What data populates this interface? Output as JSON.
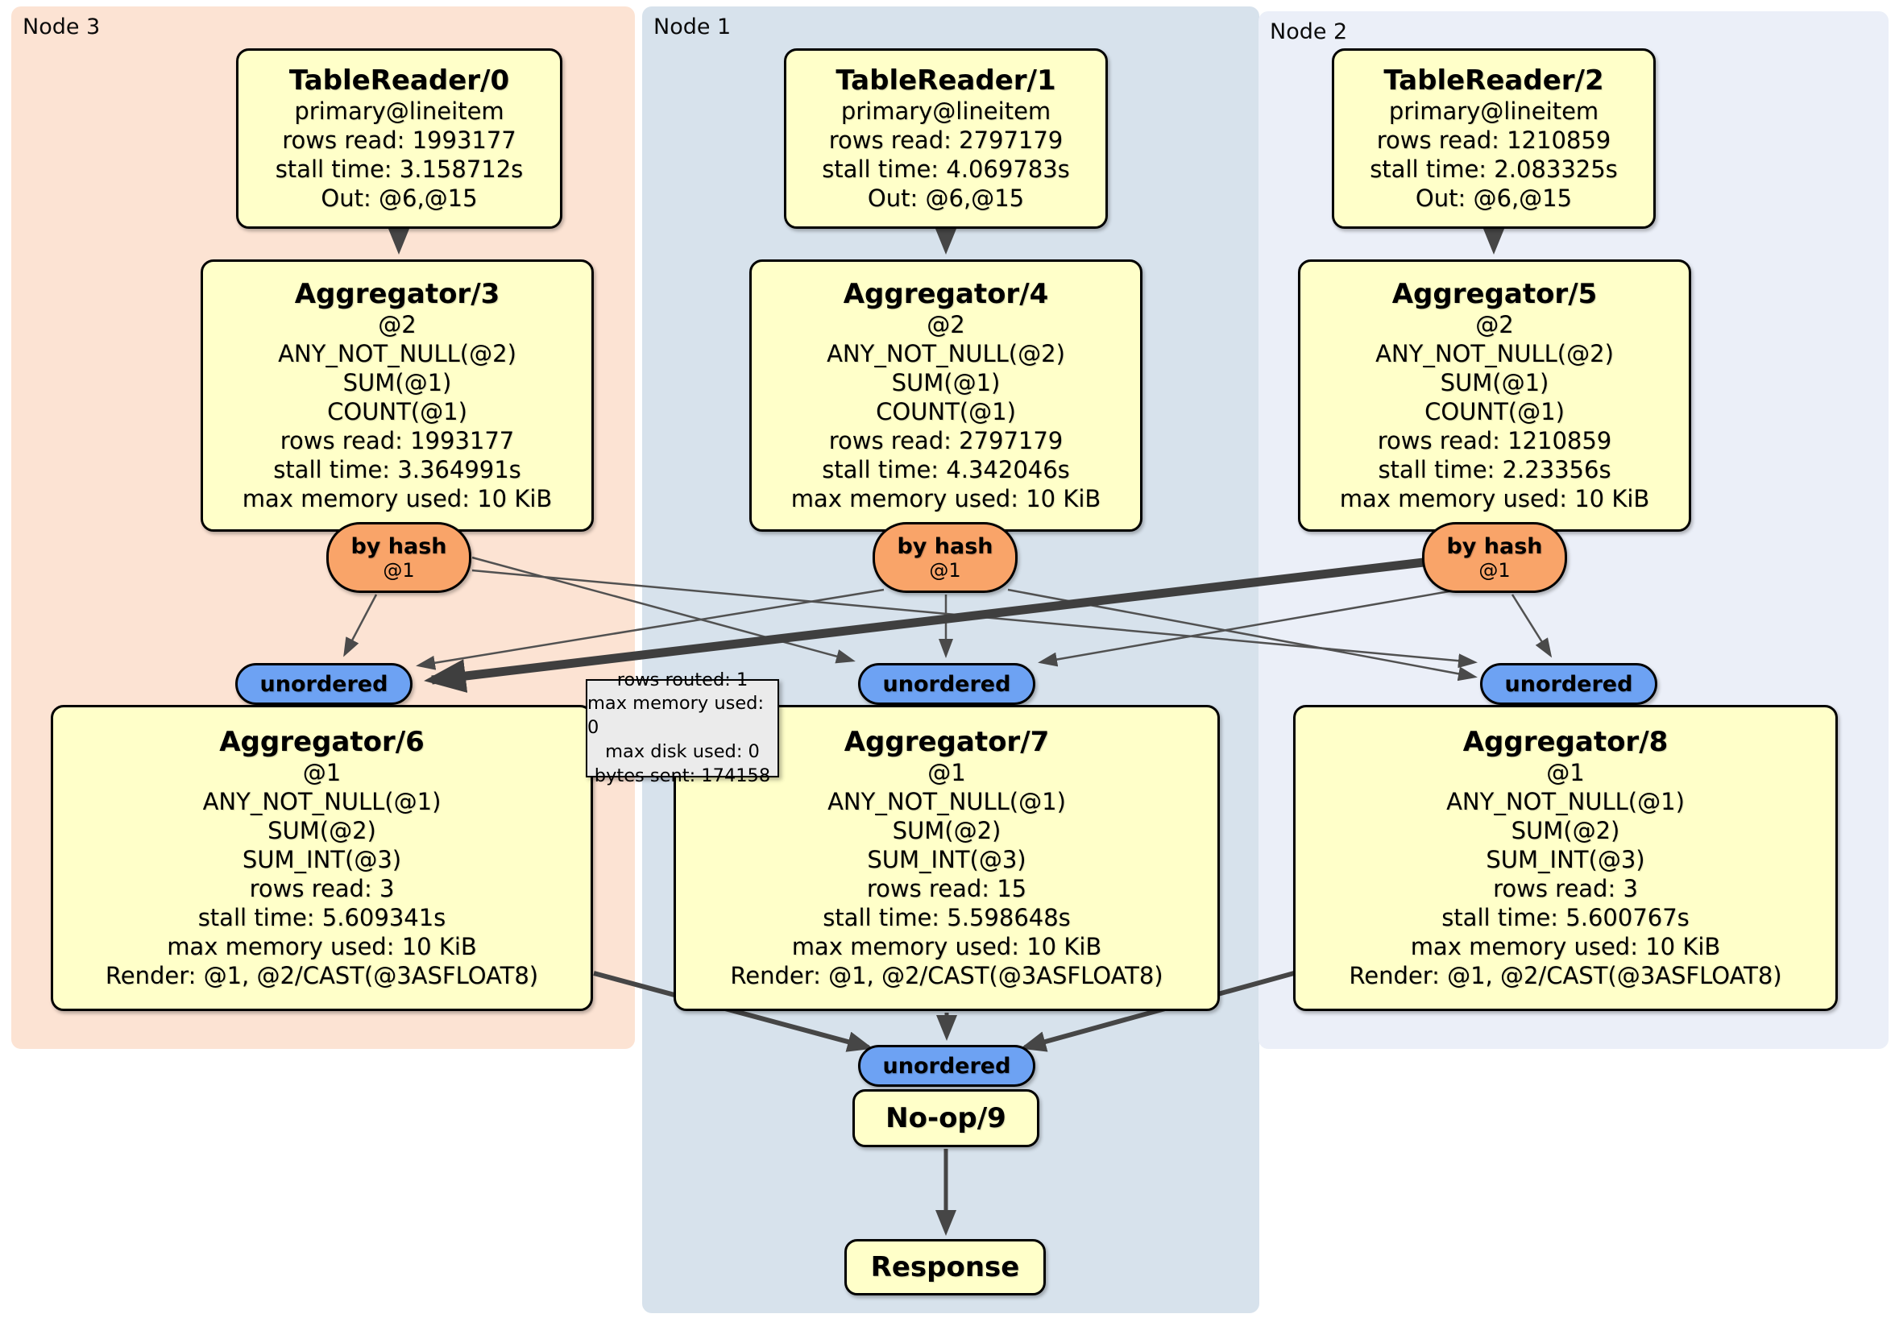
{
  "panels": {
    "node3": {
      "label": "Node 3"
    },
    "node1": {
      "label": "Node 1"
    },
    "node2": {
      "label": "Node 2"
    }
  },
  "nodes": {
    "tr0": {
      "title": "TableReader/0",
      "lines": [
        "primary@lineitem",
        "rows read: 1993177",
        "stall time: 3.158712s",
        "Out: @6,@15"
      ]
    },
    "tr1": {
      "title": "TableReader/1",
      "lines": [
        "primary@lineitem",
        "rows read: 2797179",
        "stall time: 4.069783s",
        "Out: @6,@15"
      ]
    },
    "tr2": {
      "title": "TableReader/2",
      "lines": [
        "primary@lineitem",
        "rows read: 1210859",
        "stall time: 2.083325s",
        "Out: @6,@15"
      ]
    },
    "agg3": {
      "title": "Aggregator/3",
      "lines": [
        "@2",
        "ANY_NOT_NULL(@2)",
        "SUM(@1)",
        "COUNT(@1)",
        "rows read: 1993177",
        "stall time: 3.364991s",
        "max memory used: 10 KiB"
      ]
    },
    "agg4": {
      "title": "Aggregator/4",
      "lines": [
        "@2",
        "ANY_NOT_NULL(@2)",
        "SUM(@1)",
        "COUNT(@1)",
        "rows read: 2797179",
        "stall time: 4.342046s",
        "max memory used: 10 KiB"
      ]
    },
    "agg5": {
      "title": "Aggregator/5",
      "lines": [
        "@2",
        "ANY_NOT_NULL(@2)",
        "SUM(@1)",
        "COUNT(@1)",
        "rows read: 1210859",
        "stall time: 2.23356s",
        "max memory used: 10 KiB"
      ]
    },
    "agg6": {
      "title": "Aggregator/6",
      "lines": [
        "@1",
        "ANY_NOT_NULL(@1)",
        "SUM(@2)",
        "SUM_INT(@3)",
        "rows read: 3",
        "stall time: 5.609341s",
        "max memory used: 10 KiB",
        "Render: @1, @2/CAST(@3ASFLOAT8)"
      ]
    },
    "agg7": {
      "title": "Aggregator/7",
      "lines": [
        "@1",
        "ANY_NOT_NULL(@1)",
        "SUM(@2)",
        "SUM_INT(@3)",
        "rows read: 15",
        "stall time: 5.598648s",
        "max memory used: 10 KiB",
        "Render: @1, @2/CAST(@3ASFLOAT8)"
      ]
    },
    "agg8": {
      "title": "Aggregator/8",
      "lines": [
        "@1",
        "ANY_NOT_NULL(@1)",
        "SUM(@2)",
        "SUM_INT(@3)",
        "rows read: 3",
        "stall time: 5.600767s",
        "max memory used: 10 KiB",
        "Render: @1, @2/CAST(@3ASFLOAT8)"
      ]
    },
    "noop": {
      "title": "No-op/9"
    },
    "response": {
      "title": "Response"
    }
  },
  "routers": {
    "by_hash": {
      "label": "by hash",
      "sub": "@1"
    },
    "unordered": {
      "label": "unordered"
    }
  },
  "tooltip": {
    "lines": [
      "rows routed: 1",
      "max memory used: 0",
      "max disk used: 0",
      "bytes sent: 174158"
    ]
  },
  "colors": {
    "panel_node3": "#fce3d3",
    "panel_node1": "#d7e2ec",
    "panel_node2": "#ebeff8",
    "box_fill": "#ffffc9",
    "router_hash_fill": "#f9a469",
    "router_unordered_fill": "#6da2f3",
    "tooltip_fill": "#ebebeb",
    "edge": "#4a4a4a"
  }
}
